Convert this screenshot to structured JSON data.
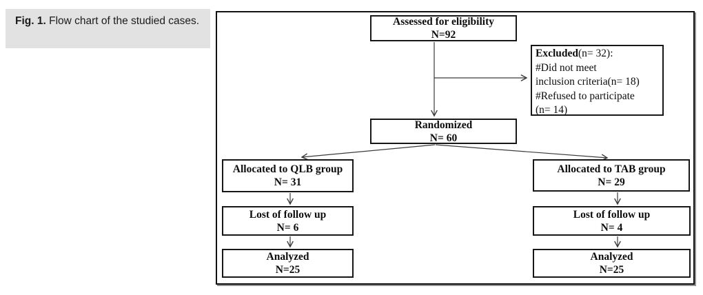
{
  "caption": {
    "label": "Fig. 1.",
    "text": "Flow chart of the studied cases."
  },
  "flowchart": {
    "nodes": {
      "assessed": {
        "label": "Assessed for eligibility",
        "count": "N=92"
      },
      "excluded": {
        "title": "Excluded",
        "title_rest": "(n= 32):",
        "lines": [
          "#Did not meet",
          "inclusion criteria(n= 18)",
          "#Refused to participate",
          "(n= 14)"
        ]
      },
      "randomized": {
        "label": "Randomized",
        "count": "N= 60"
      },
      "allocated_qlb": {
        "label": "Allocated to QLB group",
        "count": "N= 31"
      },
      "allocated_tab": {
        "label": "Allocated to TAB group",
        "count": "N= 29"
      },
      "lost_qlb": {
        "label": "Lost of follow up",
        "count": "N= 6"
      },
      "lost_tab": {
        "label": "Lost of follow up",
        "count": "N= 4"
      },
      "analyzed_qlb": {
        "label": "Analyzed",
        "count": "N=25"
      },
      "analyzed_tab": {
        "label": "Analyzed",
        "count": "N=25"
      }
    }
  },
  "colors": {
    "caption_background": "#e2e2e2",
    "box_border": "#161616",
    "arrow": "#3a3a3a"
  }
}
